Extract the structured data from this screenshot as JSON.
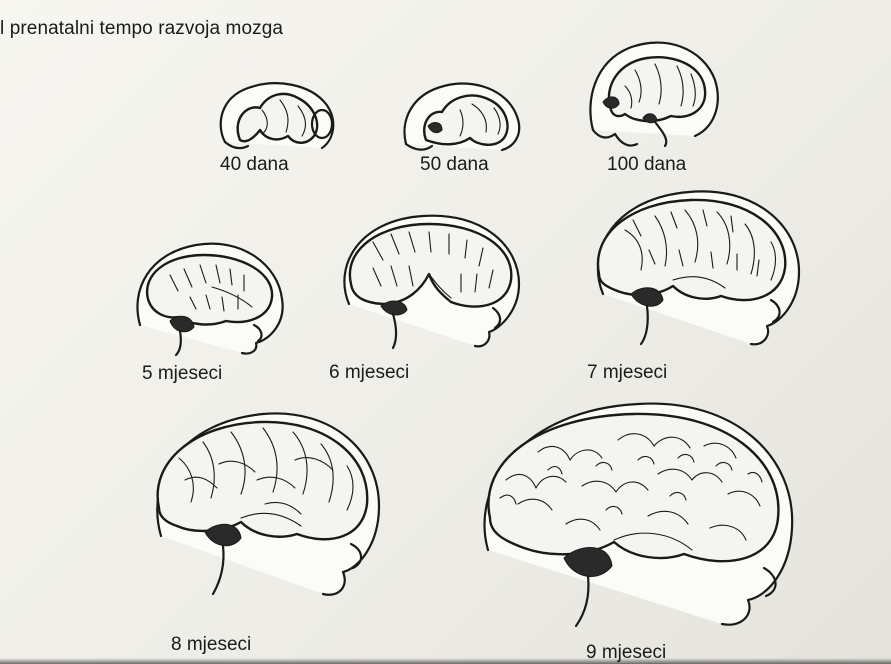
{
  "title": "l prenatalni tempo razvoja mozga",
  "stages": [
    {
      "label": "40 dana"
    },
    {
      "label": "50 dana"
    },
    {
      "label": "100 dana"
    },
    {
      "label": "5 mjeseci"
    },
    {
      "label": "6 mjeseci"
    },
    {
      "label": "7 mjeseci"
    },
    {
      "label": "8 mjeseci"
    },
    {
      "label": "9 mjeseci"
    }
  ]
}
